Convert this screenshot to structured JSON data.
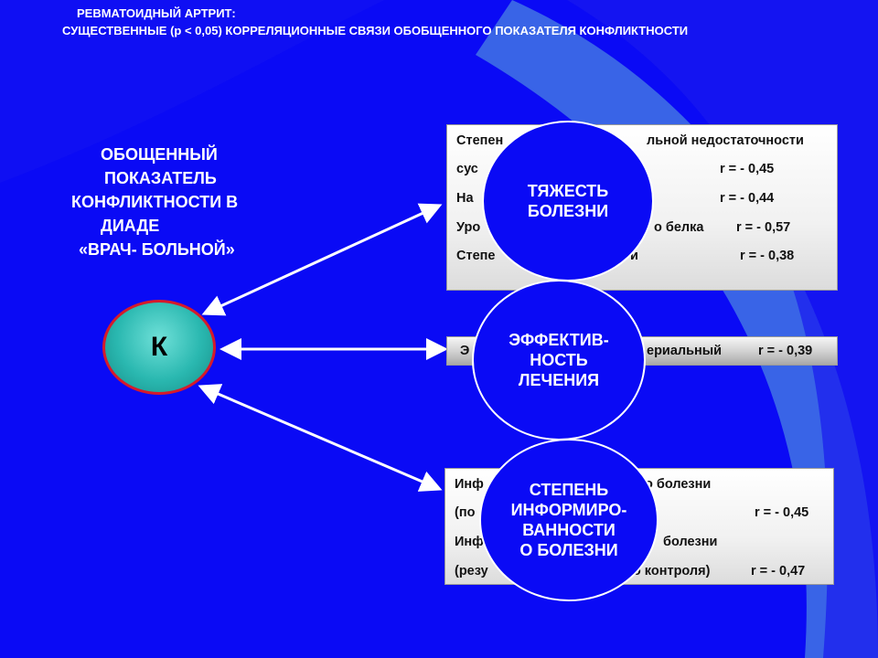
{
  "header": {
    "line1": "РЕВМАТОИДНЫЙ АРТРИТ:",
    "line2": "СУЩЕСТВЕННЫЕ (р < 0,05) КОРРЕЛЯЦИОННЫЕ СВЯЗИ ОБОБЩЕННОГО ПОКАЗАТЕЛЯ КОНФЛИКТНОСТИ"
  },
  "left_label": {
    "line1": "ОБОЩЕННЫЙ",
    "line2": "ПОКАЗАТЕЛЬ",
    "line3": "КОНФЛИКТНОСТИ В",
    "line4": "ДИАДЕ",
    "line5": "«ВРАЧ- БОЛЬНОЙ»"
  },
  "center_node": {
    "label": "К"
  },
  "panel_severity": {
    "rows": [
      {
        "text": "Степен",
        "text_right": "льной недостаточности",
        "r": ""
      },
      {
        "text": "сус",
        "text_right": "",
        "r": "r = - 0,45"
      },
      {
        "text": "На",
        "text_right": "",
        "r": "r = - 0,44"
      },
      {
        "text": "Уро",
        "text_right": "о белка",
        "r": "r = - 0,57"
      },
      {
        "text": "Степе",
        "text_right": "и",
        "r": "r = - 0,38"
      }
    ]
  },
  "panel_efficacy": {
    "text": "Э",
    "text_right": "ериальный",
    "r": "r = - 0,39"
  },
  "panel_info": {
    "rows": [
      {
        "text": "Инф",
        "text_right": "о болезни",
        "r": ""
      },
      {
        "text": "(по",
        "text_right": "",
        "r": "r = - 0,45"
      },
      {
        "text": "Инф",
        "text_right": "болезни",
        "r": ""
      },
      {
        "text": "(резу",
        "text_right": "то контроля)",
        "r": "r = - 0,47"
      }
    ]
  },
  "bubbles": {
    "severity": {
      "line1": "ТЯЖЕСТЬ",
      "line2": "БОЛЕЗНИ"
    },
    "efficacy": {
      "line1": "ЭФФЕКТИВ-",
      "line2": "НОСТЬ",
      "line3": "ЛЕЧЕНИЯ"
    },
    "info": {
      "line1": "СТЕПЕНЬ",
      "line2": "ИНФОРМИРО-",
      "line3": "ВАННОСТИ",
      "line4": "О БОЛЕЗНИ"
    }
  },
  "colors": {
    "background": "#0a0af5",
    "swoosh": "#4a78e8",
    "node_fill": "#2ab8b0",
    "node_border": "#d61a2a",
    "arrow": "#ffffff"
  }
}
